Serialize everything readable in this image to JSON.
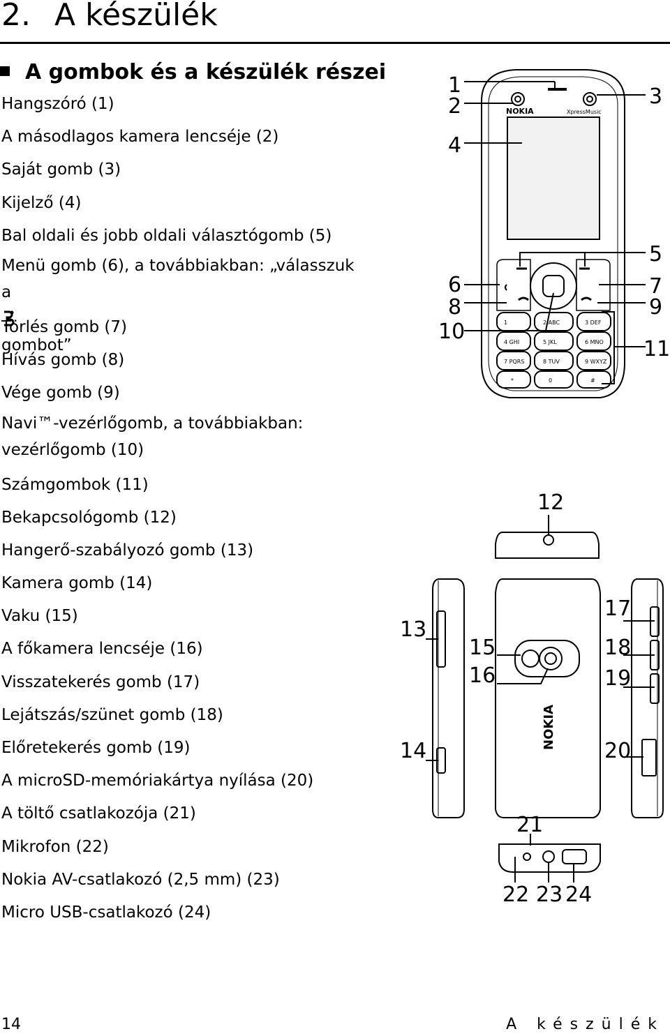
{
  "chapter": {
    "number": "2.",
    "title": "A készülék"
  },
  "section": {
    "title": "A gombok és a készülék részei"
  },
  "parts": [
    "Hangszóró (1)",
    "A másodlagos kamera lencséje (2)",
    "Saját gomb (3)",
    "Kijelző (4)",
    "Bal oldali és jobb oldali választógomb (5)",
    "Törlés gomb (7)",
    "Hívás gomb (8)",
    "Vége gomb (9)",
    "Számgombok (11)",
    "Bekapcsológomb (12)",
    "Hangerő-szabályozó gomb (13)",
    "Kamera gomb (14)",
    "Vaku (15)",
    "A főkamera lencséje (16)",
    "Visszatekerés gomb (17)",
    "Lejátszás/szünet gomb (18)",
    "Előretekerés gomb (19)",
    "A microSD-memóriakártya nyílása (20)",
    "A töltő csatlakozója (21)",
    "Mikrofon (22)",
    "Nokia AV-csatlakozó (2,5 mm) (23)",
    "Micro USB-csatlakozó (24)"
  ],
  "menu_item": {
    "line1": "Menü gomb (6), a továbbiakban: „válasszuk",
    "line2_pre": "a ",
    "line2_post": " gombot”"
  },
  "navi_item": {
    "line1": "Navi™-vezérlőgomb, a továbbiakban:",
    "line2": "vezérlőgomb (10)"
  },
  "diagram": {
    "callouts": [
      "1",
      "2",
      "3",
      "4",
      "5",
      "6",
      "7",
      "8",
      "9",
      "10",
      "11",
      "12",
      "13",
      "14",
      "15",
      "16",
      "17",
      "18",
      "19",
      "20",
      "21",
      "22",
      "23",
      "24"
    ],
    "brand_front": "NOKIA",
    "brand_music": "XpressMusic",
    "brand_back": "NOKIA",
    "keypad": [
      "1",
      "2 ABC",
      "3 DEF",
      "4 GHI",
      "5 JKL",
      "6 MNO",
      "7 PQRS",
      "8 TUV",
      "9 WXYZ",
      "*",
      "0",
      "#"
    ]
  },
  "footer": {
    "page": "14",
    "title": "A készülék"
  }
}
